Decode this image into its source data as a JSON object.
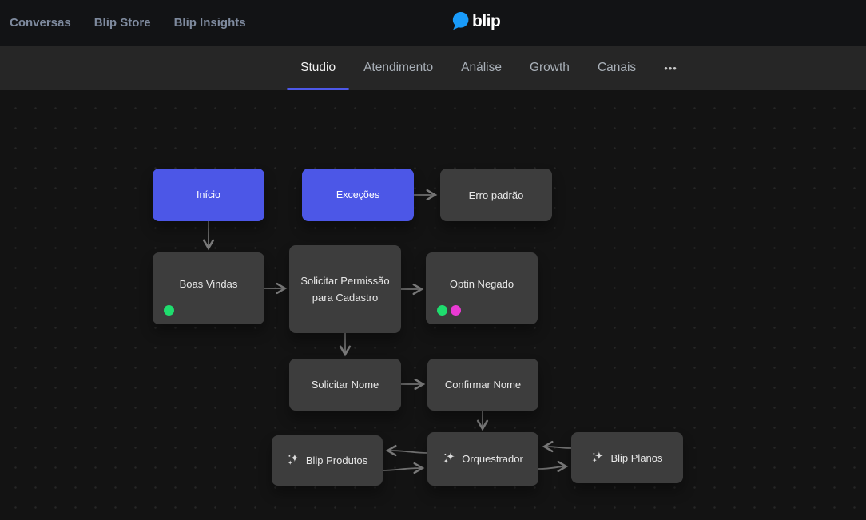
{
  "topbar": {
    "items": [
      {
        "label": "Conversas"
      },
      {
        "label": "Blip Store"
      },
      {
        "label": "Blip Insights"
      }
    ],
    "logo_text": "blip",
    "logo_color": "#199bfa"
  },
  "tabbar": {
    "tabs": [
      {
        "label": "Studio",
        "active": true
      },
      {
        "label": "Atendimento",
        "active": false
      },
      {
        "label": "Análise",
        "active": false
      },
      {
        "label": "Growth",
        "active": false
      },
      {
        "label": "Canais",
        "active": false
      }
    ],
    "more_icon": "•••",
    "accent_color": "#4d58e8"
  },
  "canvas": {
    "nodes": [
      {
        "id": "inicio",
        "label": "Início",
        "type": "accent"
      },
      {
        "id": "excecoes",
        "label": "Exceções",
        "type": "accent"
      },
      {
        "id": "erro-padrao",
        "label": "Erro padrão",
        "type": "default"
      },
      {
        "id": "boas-vindas",
        "label": "Boas Vindas",
        "type": "default",
        "tags": [
          "#1fdd6e"
        ]
      },
      {
        "id": "solicitar-permissao",
        "label": "Solicitar Permissão para Cadastro",
        "type": "default"
      },
      {
        "id": "optin-negado",
        "label": "Optin Negado",
        "type": "default",
        "tags": [
          "#1fdd6e",
          "#e93ad3"
        ]
      },
      {
        "id": "solicitar-nome",
        "label": "Solicitar Nome",
        "type": "default"
      },
      {
        "id": "confirmar-nome",
        "label": "Confirmar Nome",
        "type": "default"
      },
      {
        "id": "blip-produtos",
        "label": "Blip Produtos",
        "type": "default",
        "icon": "ai-sparkle-icon"
      },
      {
        "id": "orquestrador",
        "label": "Orquestrador",
        "type": "default",
        "icon": "ai-sparkle-icon"
      },
      {
        "id": "blip-planos",
        "label": "Blip Planos",
        "type": "default",
        "icon": "ai-sparkle-icon"
      }
    ],
    "edges": [
      {
        "from": "inicio",
        "to": "boas-vindas"
      },
      {
        "from": "excecoes",
        "to": "erro-padrao"
      },
      {
        "from": "boas-vindas",
        "to": "solicitar-permissao"
      },
      {
        "from": "solicitar-permissao",
        "to": "optin-negado"
      },
      {
        "from": "solicitar-permissao",
        "to": "solicitar-nome"
      },
      {
        "from": "solicitar-nome",
        "to": "confirmar-nome"
      },
      {
        "from": "confirmar-nome",
        "to": "orquestrador"
      },
      {
        "from": "orquestrador",
        "to": "blip-produtos"
      },
      {
        "from": "blip-produtos",
        "to": "orquestrador"
      },
      {
        "from": "blip-planos",
        "to": "orquestrador"
      },
      {
        "from": "orquestrador",
        "to": "blip-planos"
      }
    ],
    "colors": {
      "node_accent": "#4c57e7",
      "node_default": "#3d3d3d",
      "edge": "#707070",
      "tag_green": "#1fdd6e",
      "tag_magenta": "#e93ad3"
    }
  }
}
